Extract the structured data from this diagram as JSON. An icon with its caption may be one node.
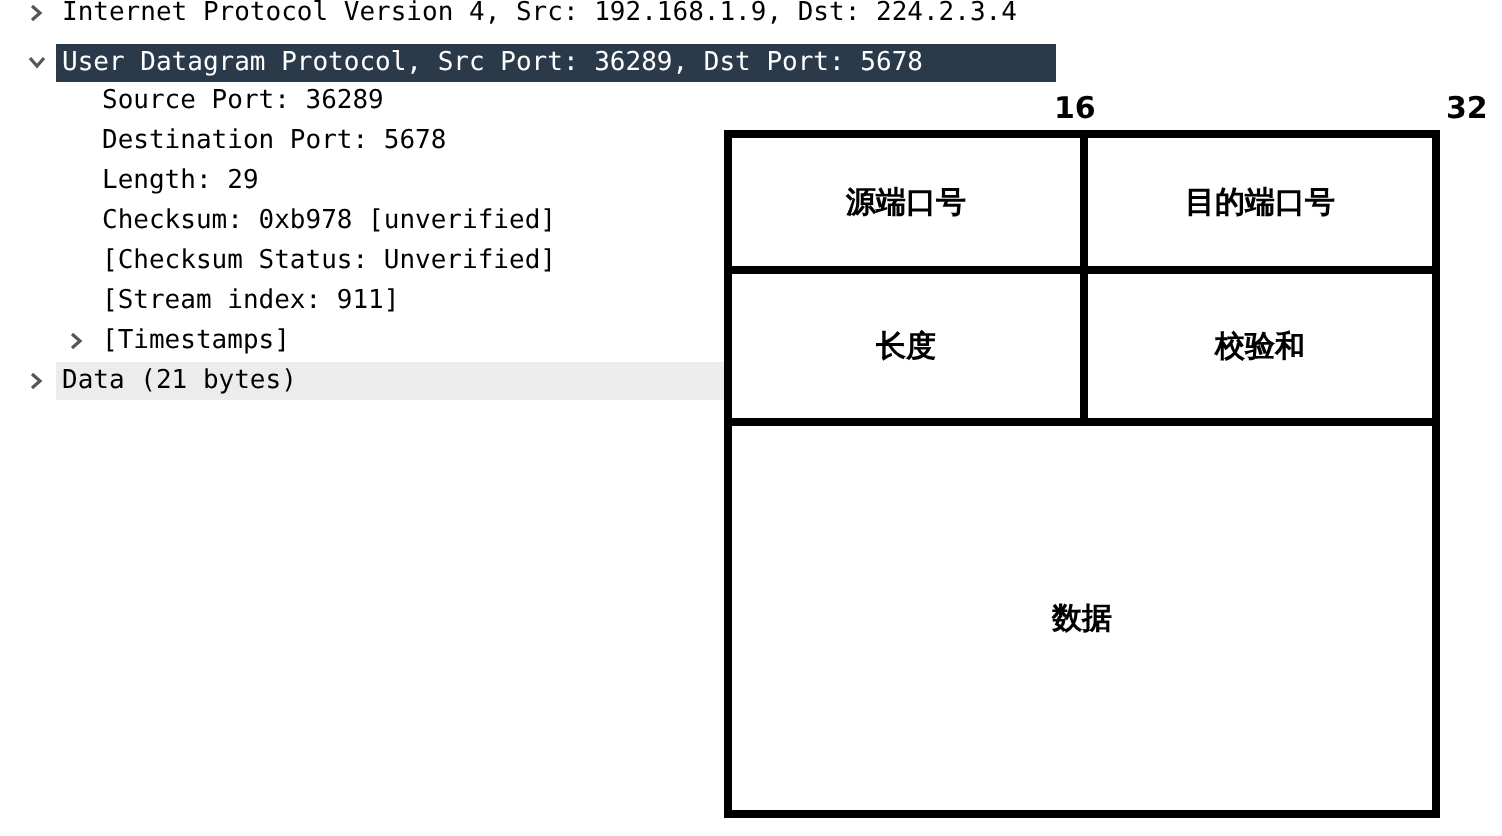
{
  "diagram": {
    "nodes": [
      {
        "text": [
          "源端口号"
        ]
      },
      {
        "text": [
          "目的端口号"
        ]
      },
      {
        "text": [
          "长度"
        ]
      },
      {
        "text": [
          "校验和"
        ]
      },
      {
        "text": [
          "数据"
        ]
      }
    ],
    "labels": [
      "Internet Protocol Version 4, Src: 192.168.1.9, Dst: 224.2.3.4",
      "User Datagram Protocol, Src Port: 36289, Dst Port: 5678",
      "Source Port: 36289",
      "Destination Port: 5678",
      "Length: 29",
      "Checksum: 0xb978 [unverified]",
      "[Checksum Status: Unverified]",
      "[Stream index: 911]",
      "[Timestamps]",
      "Data (21 bytes)",
      "16",
      "32"
    ]
  }
}
